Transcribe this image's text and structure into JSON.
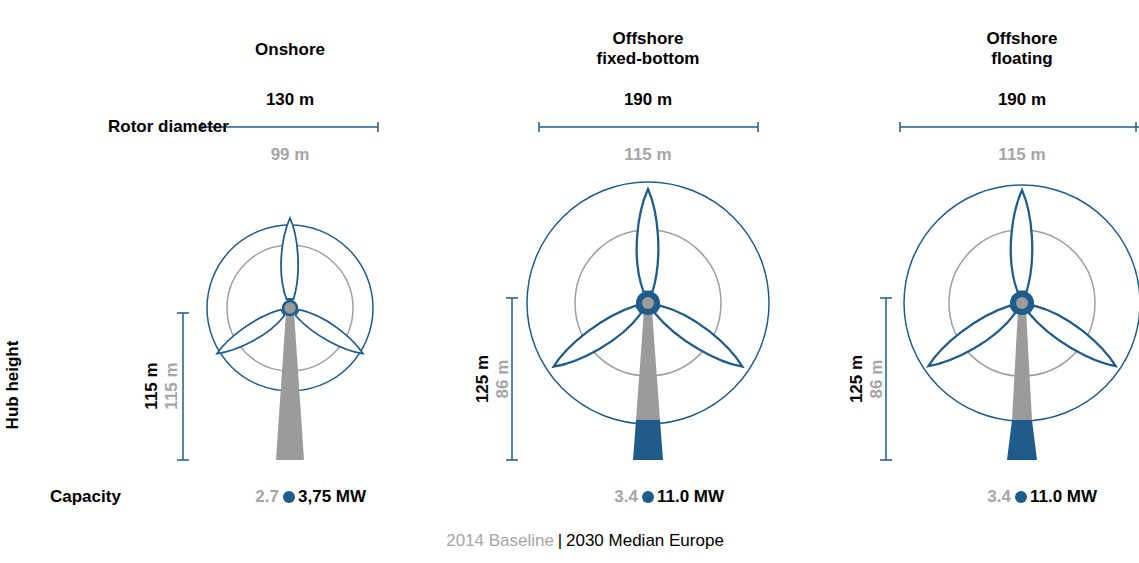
{
  "diagram": {
    "labels": [
      "Onshore",
      "Offshore fixed-bottom",
      "Offshore floating",
      "Rotor diameter",
      "130 m",
      "99 m",
      "190 m",
      "115 m",
      "190 m",
      "115 m",
      "Hub height",
      "115 m",
      "115 m",
      "125 m",
      "86 m",
      "125 m",
      "86 m",
      "Capacity",
      "2.7",
      "3,75 MW",
      "3.4",
      "11.0 MW",
      "3.4",
      "11.0 MW",
      "2014 Baseline",
      "|",
      "2030 Median Europe"
    ]
  }
}
